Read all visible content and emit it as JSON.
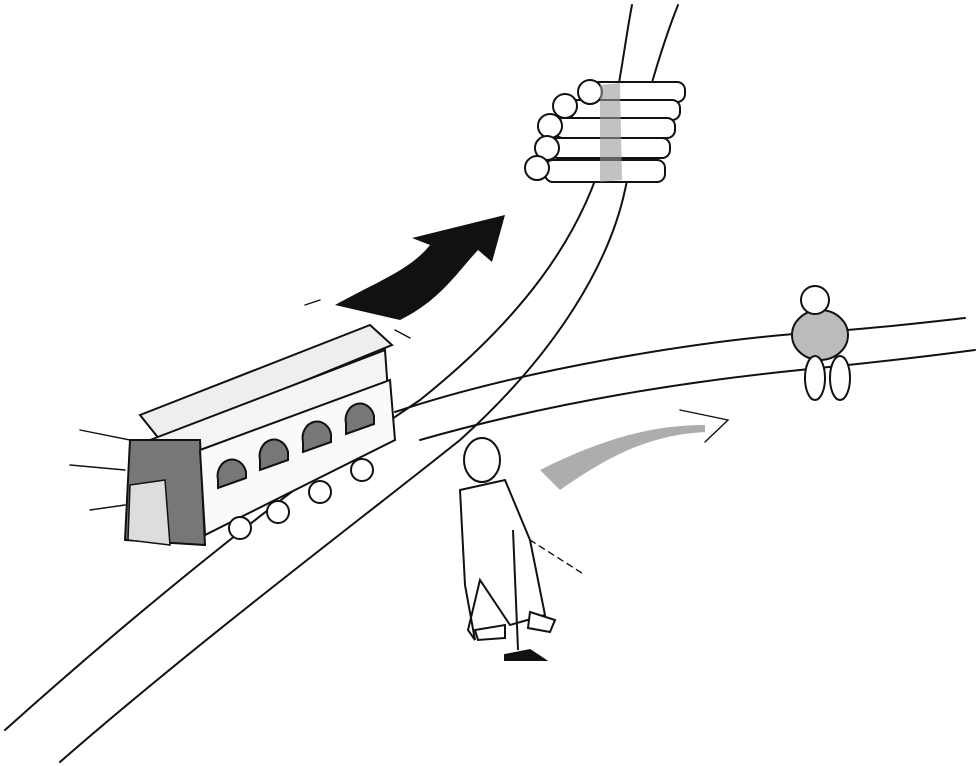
{
  "scene": {
    "background": "#ffffff",
    "ink": "#111111",
    "shade": "#8a8a8a",
    "elements": [
      "trolley",
      "main-track",
      "side-track",
      "five-people",
      "one-person",
      "lever-man",
      "direction-arrow",
      "switch-arrow"
    ]
  }
}
